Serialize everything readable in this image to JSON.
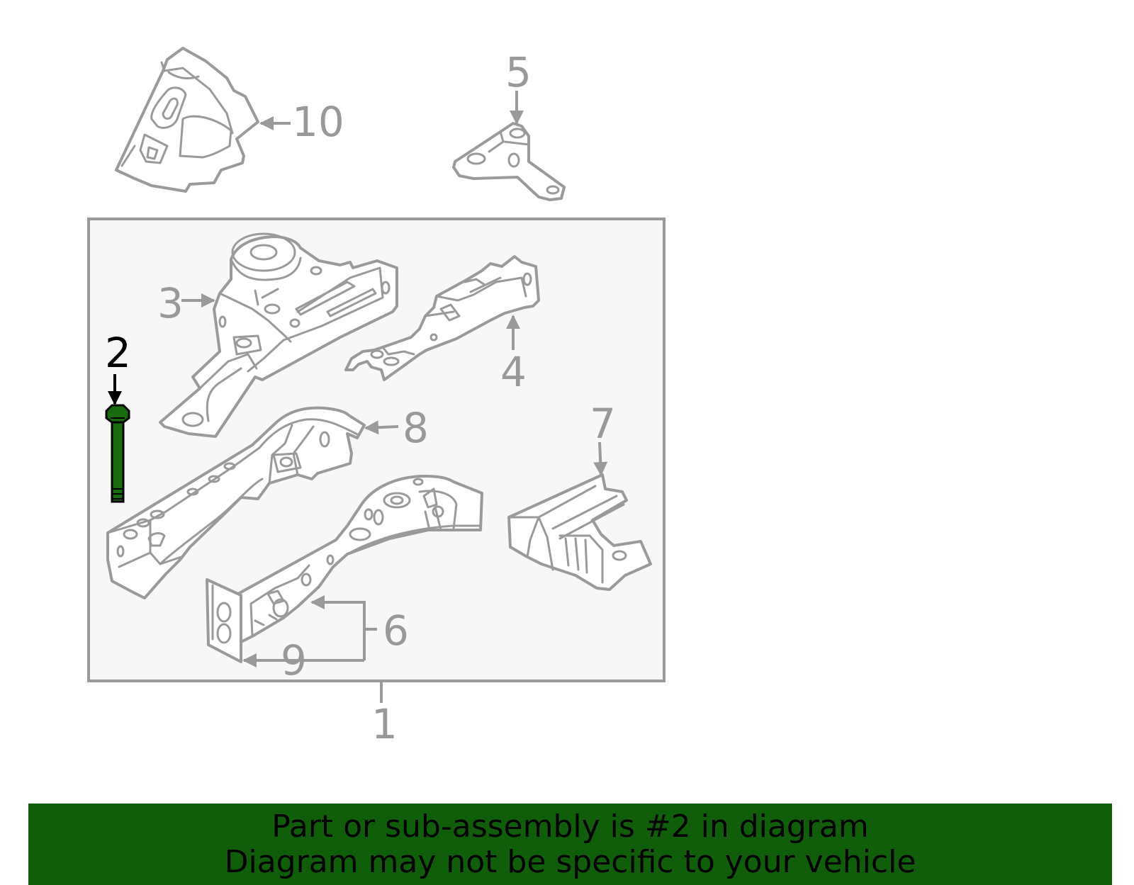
{
  "colors": {
    "line": "#9a9a9a",
    "highlight_part": "#1a6b10",
    "banner_bg": "#115e0a",
    "panel_bg": "#f7f7f7"
  },
  "callouts": {
    "c1": "1",
    "c2": "2",
    "c3": "3",
    "c4": "4",
    "c5": "5",
    "c6": "6",
    "c7": "7",
    "c8": "8",
    "c9": "9",
    "c10": "10"
  },
  "banner": {
    "line1": "Part or sub-assembly is #2 in diagram",
    "line2": "Diagram may not be specific to your vehicle"
  }
}
